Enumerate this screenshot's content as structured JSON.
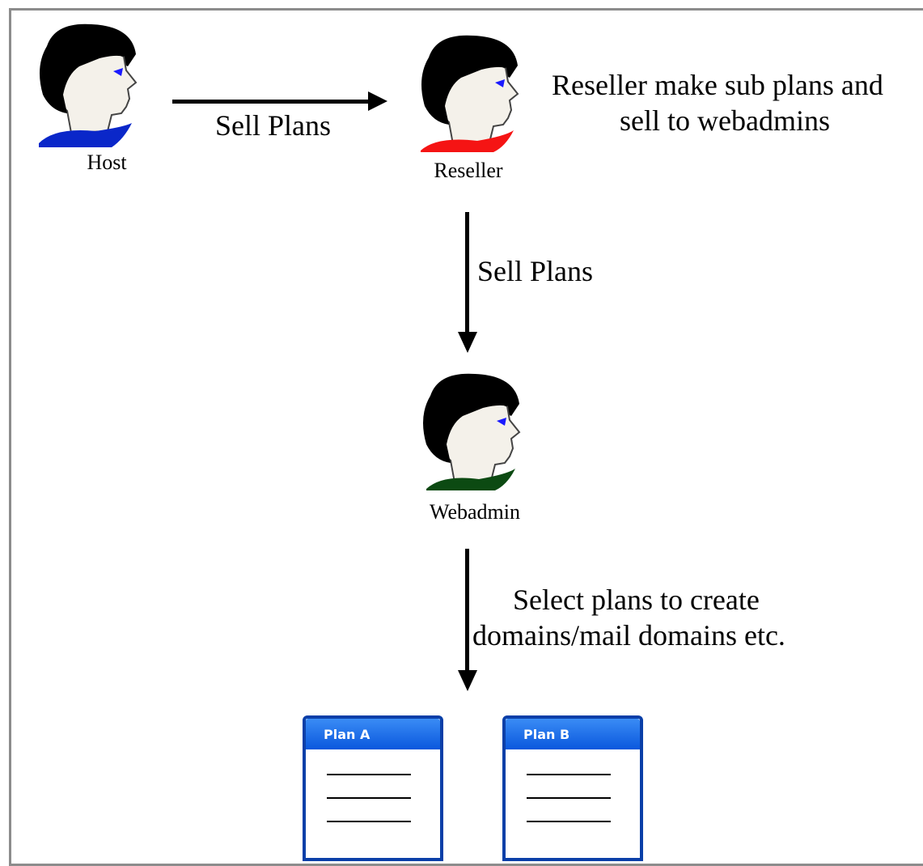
{
  "roles": {
    "host": {
      "label": "Host",
      "shirt_color": "#0a27c9"
    },
    "reseller": {
      "label": "Reseller",
      "shirt_color": "#f51414"
    },
    "webadmin": {
      "label": "Webadmin",
      "shirt_color": "#0c4a12"
    }
  },
  "arrows": {
    "host_to_reseller": "Sell Plans",
    "reseller_to_webadmin": "Sell Plans",
    "webadmin_to_plans_line1": "Select plans to create",
    "webadmin_to_plans_line2": "domains/mail domains etc."
  },
  "notes": {
    "reseller_line1": "Reseller make sub plans and",
    "reseller_line2": "sell to webadmins"
  },
  "plans": [
    {
      "title": "Plan A"
    },
    {
      "title": "Plan B"
    }
  ]
}
